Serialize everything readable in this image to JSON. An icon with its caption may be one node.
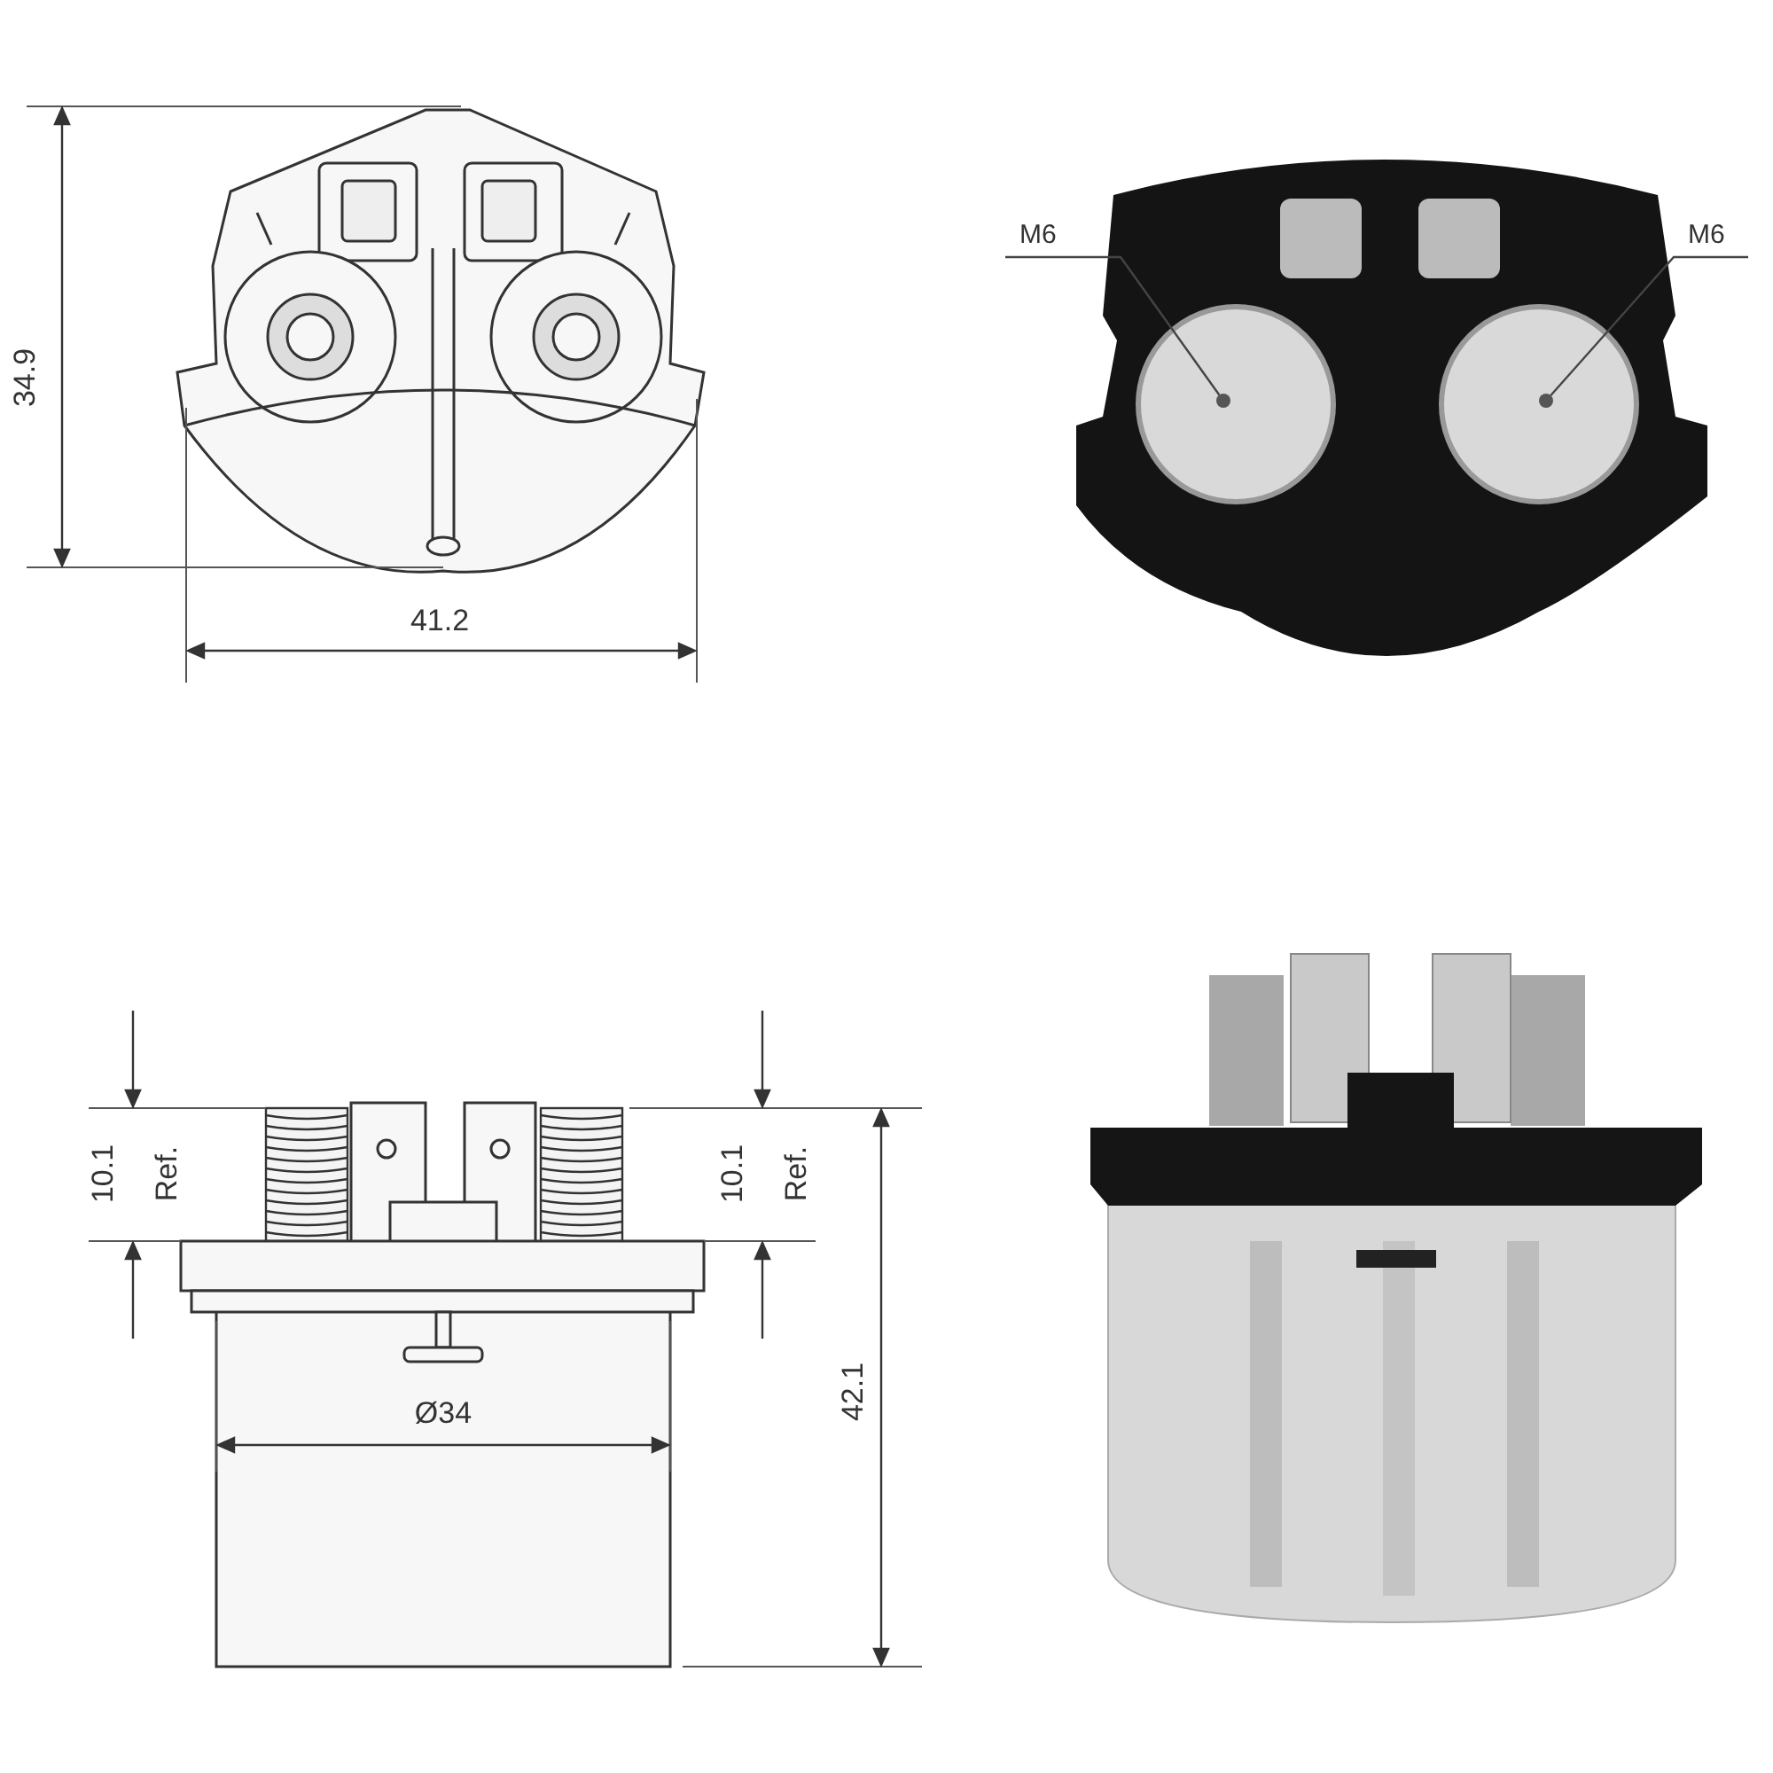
{
  "diagram": {
    "nodes": [
      {
        "text": [
          "M6"
        ]
      },
      {
        "text": [
          "M6"
        ]
      },
      {
        "text": [],
        "shape": "circle"
      },
      {
        "text": [],
        "shape": "circle"
      }
    ],
    "edges": [
      {
        "from": 0,
        "to": 2,
        "arrow": "none"
      },
      {
        "from": 1,
        "to": 3,
        "arrow": "none"
      }
    ],
    "labels": [
      "34.9",
      "41.2",
      "10.1",
      "Ref.",
      "10.1",
      "Ref.",
      "Ø34",
      "42.1"
    ]
  }
}
